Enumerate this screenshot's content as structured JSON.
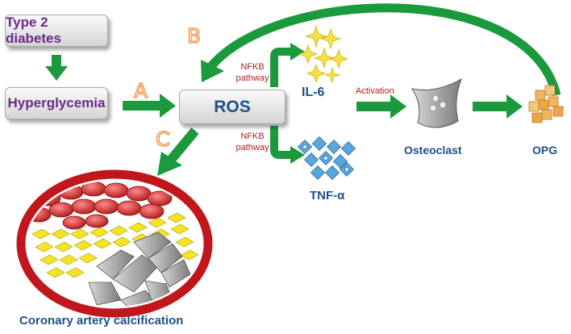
{
  "nodes": {
    "type2_diabetes": "Type 2 diabetes",
    "hyperglycemia": "Hyperglycemia",
    "ros": "ROS",
    "il6": "IL-6",
    "tnf_alpha": "TNF-α",
    "osteoclast": "Osteoclast",
    "opg": "OPG",
    "coronary": "Coronary artery calcification"
  },
  "edge_labels": {
    "a": "A",
    "b": "B",
    "c": "C",
    "nfkb_top_line1": "NFKB",
    "nfkb_top_line2": "pathway",
    "nfkb_bottom_line1": "NFKB",
    "nfkb_bottom_line2": "pathway",
    "activation": "Activation"
  },
  "colors": {
    "arrow_green": "#1a9a3c",
    "node_purple": "#6a2a8a",
    "node_blue": "#1f4f8a",
    "pathway_red": "#b22222",
    "letter_orange": "#f08a3c"
  },
  "icons": {
    "il6": "star-cluster-icon",
    "tnf": "protein-cluster-icon",
    "osteoclast": "osteoclast-cell-icon",
    "opg": "cube-stack-icon",
    "vessel": "artery-cross-section-icon"
  }
}
